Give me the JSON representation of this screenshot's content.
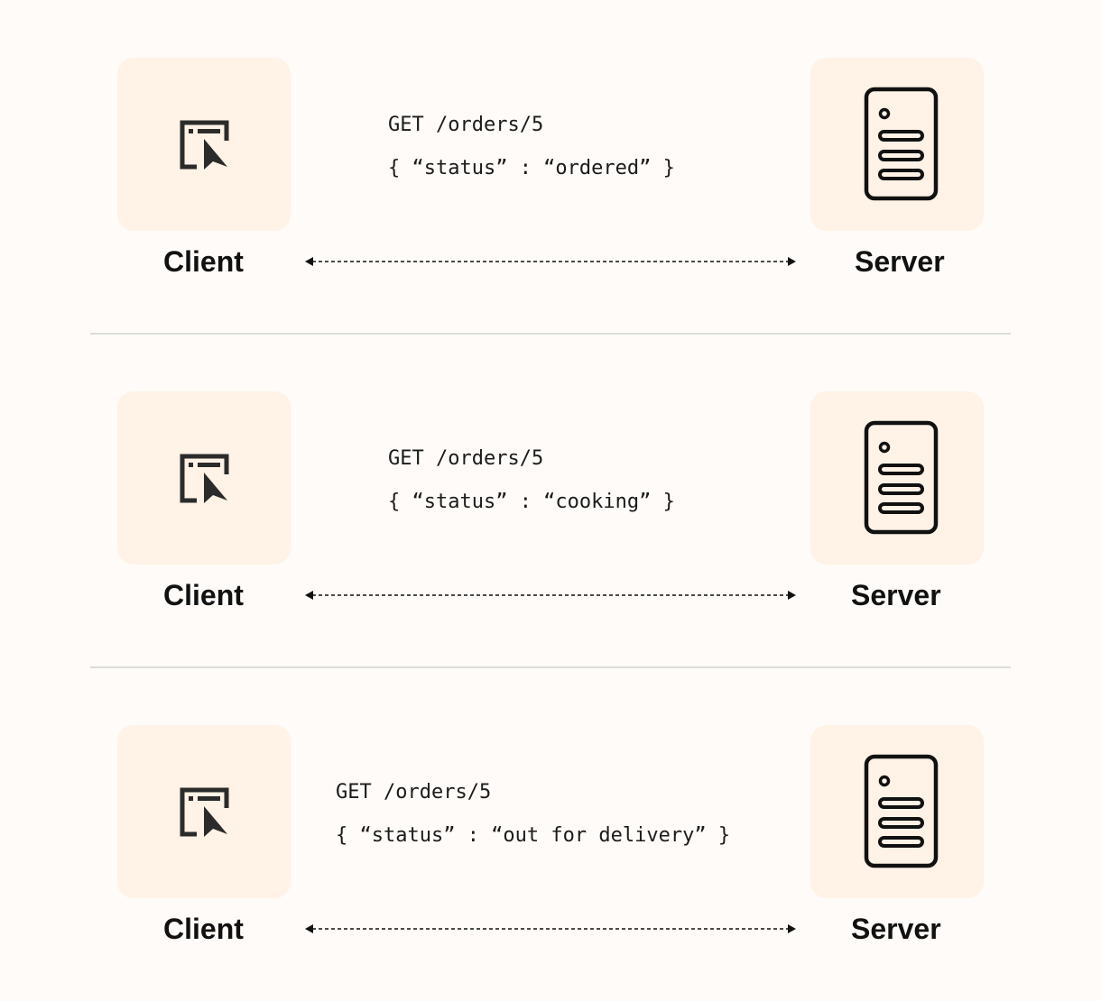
{
  "colors": {
    "background": "#fefbf8",
    "tile": "#fff2e6",
    "text": "#111111",
    "divider": "#dcdcdc"
  },
  "icons": {
    "client": "browser-cursor-icon",
    "server": "server-icon"
  },
  "steps": [
    {
      "client_label": "Client",
      "server_label": "Server",
      "request": "GET /orders/5",
      "response": "{ “status” : “ordered” }"
    },
    {
      "client_label": "Client",
      "server_label": "Server",
      "request": "GET /orders/5",
      "response": "{ “status” : “cooking” }"
    },
    {
      "client_label": "Client",
      "server_label": "Server",
      "request": "GET /orders/5",
      "response": "{ “status” : “out for delivery” }"
    }
  ]
}
